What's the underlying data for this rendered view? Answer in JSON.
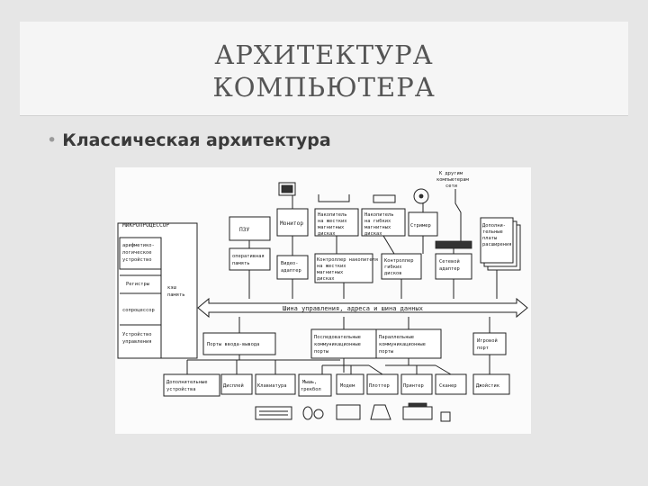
{
  "title": {
    "line1": "АРХИТЕКТУРА",
    "line2": "КОМПЬЮТЕРА"
  },
  "bullet": "Классическая архитектура",
  "diagram": {
    "microprocessor": "МИКРОПРОЦЕССОР",
    "alu": [
      "арифметико-",
      "логическое",
      "устройство"
    ],
    "registers": "Регистры",
    "coprocessor": "сопроцессор",
    "cu": [
      "Устройство",
      "управления"
    ],
    "cache": [
      "кэш",
      "память"
    ],
    "rom": "ПЗУ",
    "ram": [
      "оперативная",
      "память"
    ],
    "video_adapter": [
      "Видео-",
      "адаптер"
    ],
    "monitor": "Монитор",
    "hdd_drive": [
      "Накопитель",
      "на жестких",
      "магнитных",
      "дисках"
    ],
    "fdd_drive": [
      "Накопитель",
      "на гибких",
      "магнитных",
      "дисках"
    ],
    "hdd_controller": [
      "Контроллер накопителя",
      "на жестких",
      "магнитных",
      "дисках"
    ],
    "fdd_controller": [
      "Контроллер",
      "гибких",
      "дисков"
    ],
    "streamer": "Стример",
    "net_adapter": [
      "Сетевой",
      "адаптер"
    ],
    "other_computers": [
      "К другим",
      "компьютерам",
      "сети"
    ],
    "extra_devices": [
      "Дополни-",
      "тельные",
      "платы",
      "расширения"
    ],
    "bus": "Шина управления, адреса и шина данных",
    "io_ports": "Порты ввода-вывода",
    "serial_ports": [
      "Последовательные",
      "коммуникационные",
      "порты"
    ],
    "parallel_ports": [
      "Параллельные",
      "коммуникационные",
      "порты"
    ],
    "game_port": [
      "Игровой",
      "порт"
    ],
    "more_devices": [
      "Дополнительные",
      "устройства"
    ],
    "scanner": "Дисплей",
    "keyboard": "Клавиатура",
    "mouse": [
      "Мышь,",
      "трекбол"
    ],
    "modem": "Модем",
    "plotter": "Плоттер",
    "printer": "Принтер",
    "other": "Сканер",
    "joystick": "Джойстик"
  }
}
